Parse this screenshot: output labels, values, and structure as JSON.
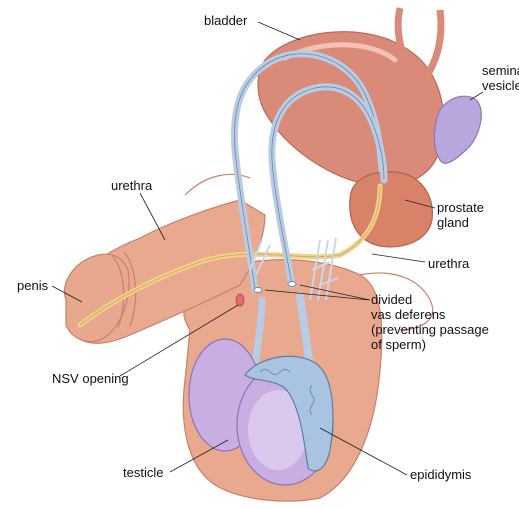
{
  "labels": {
    "bladder": "bladder",
    "seminal_vesicle": "seminal\nvesicle",
    "prostate_gland": "prostate\ngland",
    "urethra_upper": "urethra",
    "urethra_right": "urethra",
    "penis": "penis",
    "divided_vas_deferens": "divided\nvas deferens\n(preventing passage\nof sperm)",
    "nsv_opening": "NSV opening",
    "testicle": "testicle",
    "epididymis": "epididymis"
  },
  "colors": {
    "skin": "#e9a98e",
    "skin_dark": "#c9806a",
    "bladder": "#d98a78",
    "prostate": "#d9826a",
    "vas": "#b8cde3",
    "vas_stroke": "#6e86a8",
    "urethra": "#f2d089",
    "testicle": "#c9aee3",
    "epididymis": "#a9c4e0",
    "seminal_vesicle": "#b9a6dc"
  }
}
